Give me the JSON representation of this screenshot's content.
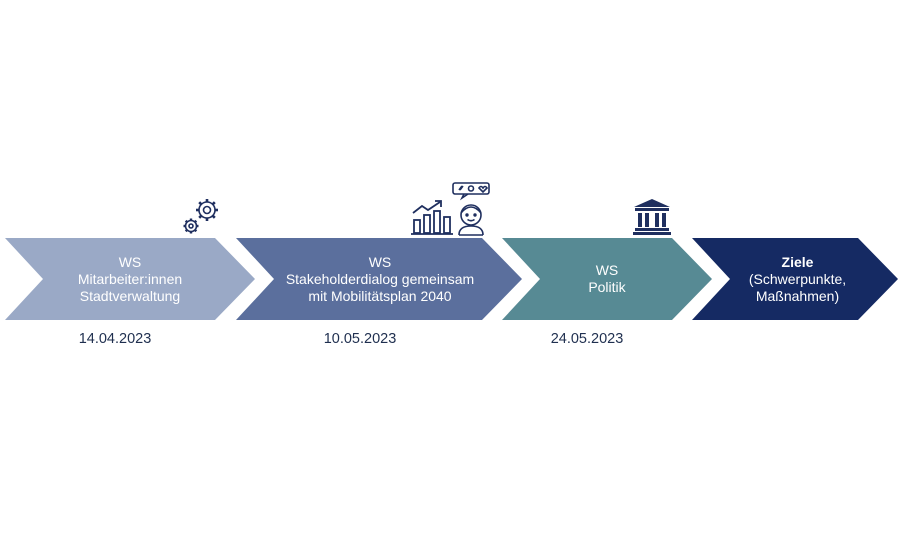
{
  "steps": [
    {
      "line1": "WS",
      "line2": "Mitarbeiter:innen",
      "line3": "Stadtverwaltung",
      "date": "14.04.2023",
      "color": "#9aa9c6",
      "icon": "gears-icon"
    },
    {
      "line1": "WS",
      "line2": "Stakeholderdialog gemeinsam",
      "line3": "mit Mobilitätsplan 2040",
      "date": "10.05.2023",
      "color": "#5b6f9d",
      "icon": "growth-chart-person-icon"
    },
    {
      "line1": "WS",
      "line2": "Politik",
      "line3": "",
      "date": "24.05.2023",
      "color": "#578a94",
      "icon": "government-building-icon"
    },
    {
      "line1": "Ziele",
      "line2": "(Schwerpunkte,",
      "line3": "Maßnahmen)",
      "date": "",
      "color": "#152a63",
      "icon": ""
    }
  ],
  "icon_color": "#1f2f5f"
}
